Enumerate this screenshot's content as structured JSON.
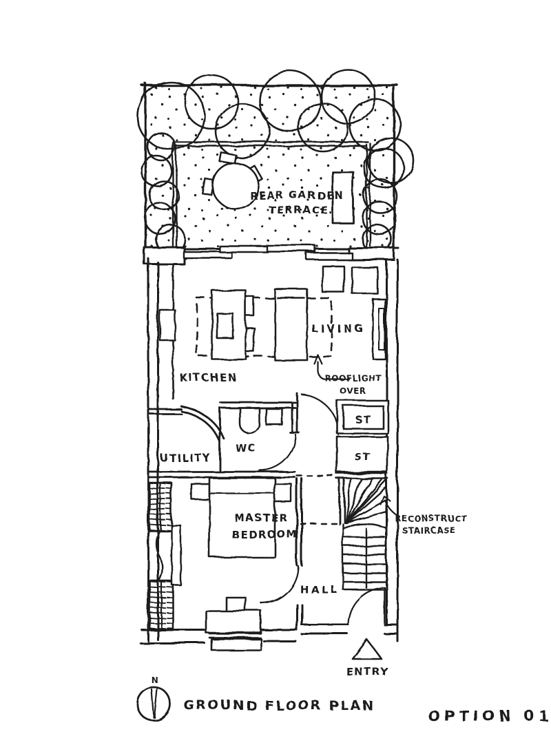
{
  "sheet": {
    "title": "GROUND FLOOR PLAN",
    "option": "OPTION 01",
    "north_label": "N"
  },
  "rooms": {
    "rear_garden_line1": "REAR GARDEN",
    "rear_garden_line2": "TERRACE.",
    "living": "LIVING",
    "kitchen": "KITCHEN",
    "wc": "WC",
    "utility": "UTILITY",
    "store_top": "ST",
    "store_bottom": "ST",
    "master_line1": "MASTER",
    "master_line2": "BEDROOM",
    "hall": "HALL"
  },
  "annotations": {
    "rooflight_line1": "ROOFLIGHT",
    "rooflight_line2": "OVER",
    "staircase_line1": "RECONSTRUCT",
    "staircase_line2": "STAIRCASE",
    "entry": "ENTRY"
  },
  "colors": {
    "ink": "#1c1c1c",
    "paper": "#ffffff"
  }
}
